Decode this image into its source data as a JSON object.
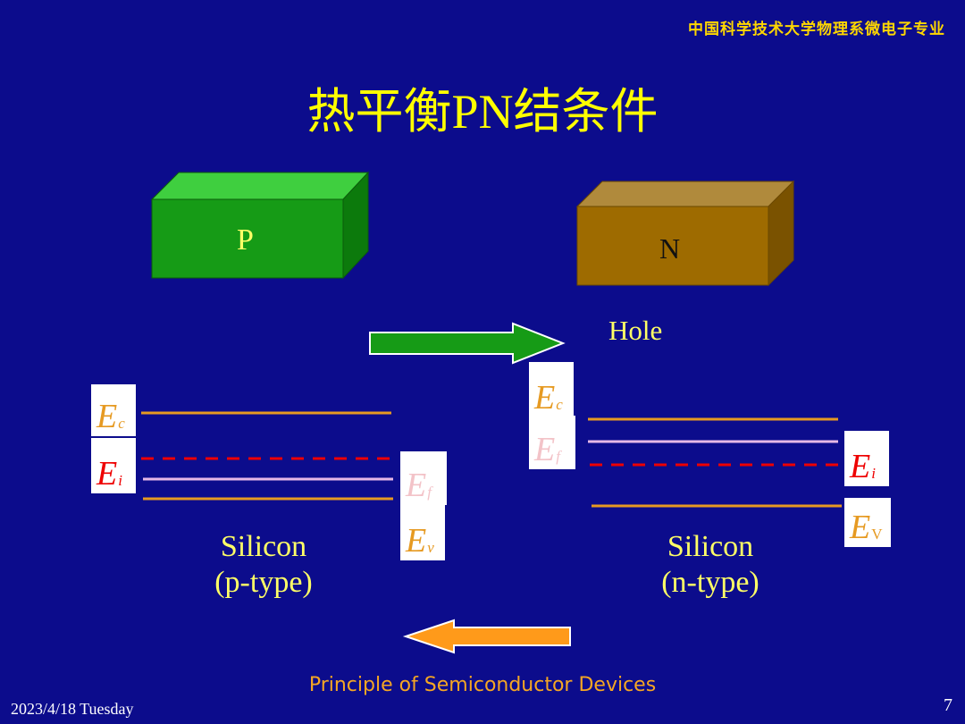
{
  "header": {
    "institution": "中国科学技术大学物理系微电子专业"
  },
  "slide": {
    "title": "热平衡PN结条件"
  },
  "blocks": {
    "p_label": "P",
    "n_label": "N"
  },
  "arrow": {
    "hole_label": "Hole"
  },
  "left_band": {
    "ec": "E",
    "ec_sub": "c",
    "ei": "E",
    "ei_sub": "i",
    "ef": "E",
    "ef_sub": "f",
    "ev": "E",
    "ev_sub": "v",
    "silicon_line1": "Silicon",
    "silicon_line2": "(p-type)"
  },
  "right_band": {
    "ec": "E",
    "ec_sub": "c",
    "ef": "E",
    "ef_sub": "f",
    "ei": "E",
    "ei_sub": "i",
    "ev": "E",
    "ev_sub": "V",
    "silicon_line1": "Silicon",
    "silicon_line2": "(n-type)"
  },
  "footer": {
    "course": "Principle of Semiconductor Devices",
    "date": "2023/4/18 Tuesday",
    "page": "7"
  },
  "colors": {
    "background": "#0c0c8c",
    "title": "#ffff00",
    "p_block": "#169b16",
    "n_block": "#9e6b00",
    "band_edge": "#e69a22",
    "intrinsic": "#ee0000",
    "fermi": "#e6b8e6",
    "hole_arrow": "#169b16",
    "electron_arrow": "#ff9a1a"
  }
}
